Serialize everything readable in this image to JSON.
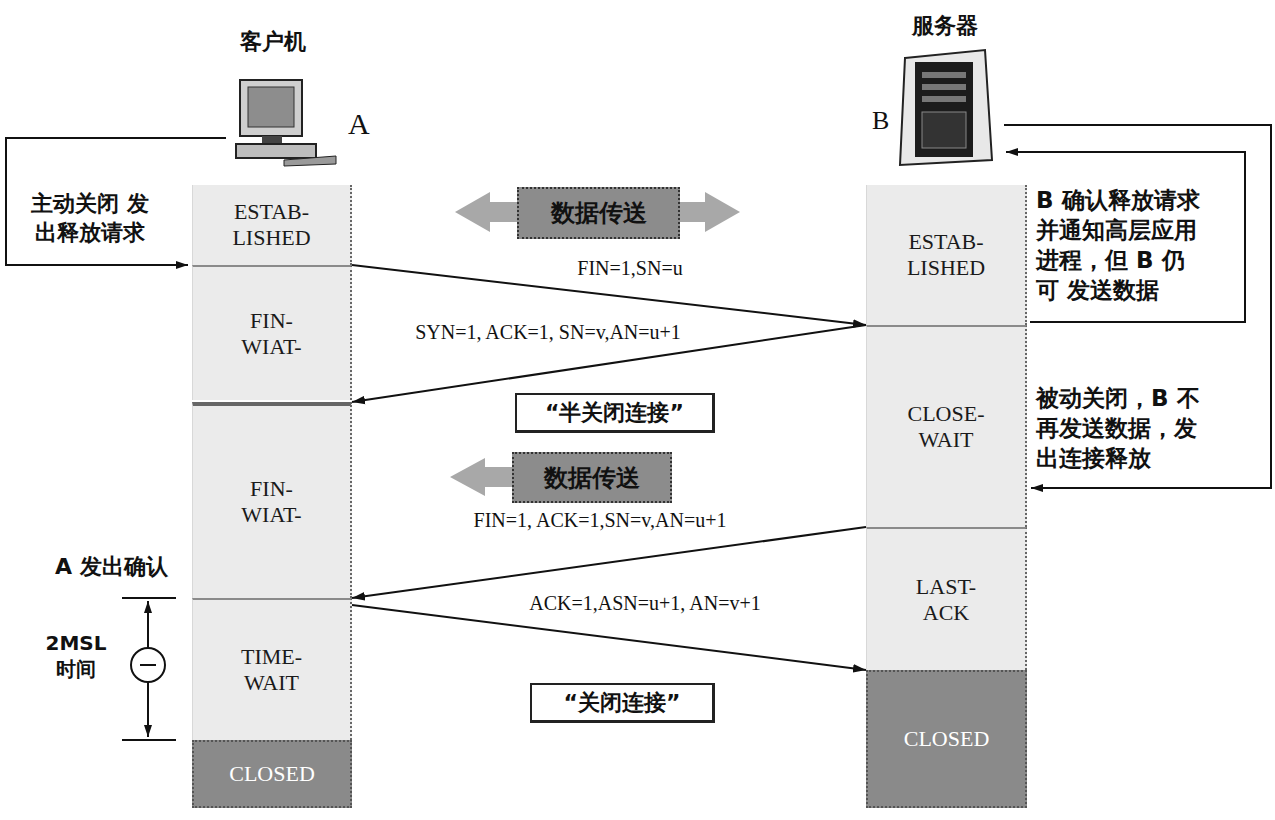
{
  "diagram": {
    "nodes": [
      {
        "text": [
          "数据传送"
        ]
      },
      {
        "text": [
          "ESTAB- LISHED"
        ]
      },
      {
        "text": [
          "ESTAB- LISHED"
        ]
      },
      {
        "text": [
          "FIN- WIAT-"
        ]
      },
      {
        "text": [
          "CLOSE- WAIT"
        ]
      },
      {
        "text": [
          "“半关闭连接”"
        ]
      },
      {
        "text": [
          "FIN- WIAT-"
        ]
      },
      {
        "text": [
          "数据传送"
        ]
      },
      {
        "text": [
          "LAST- ACK"
        ]
      },
      {
        "text": [
          "TIME- WAIT"
        ]
      },
      {
        "text": [
          "“关闭连接”"
        ]
      },
      {
        "text": [
          "CLOSED"
        ]
      },
      {
        "text": [
          "CLOSED"
        ]
      }
    ],
    "edges": [
      {
        "from": 3,
        "to": 4,
        "arrow": "to",
        "label": "FIN=1,SN=u"
      },
      {
        "from": 4,
        "to": 6,
        "arrow": "to",
        "label": "SYN=1, ACK=1, SN=v,AN=u+1"
      },
      {
        "from": 8,
        "to": 9,
        "arrow": "to",
        "label": "FIN=1, ACK=1,SN=v,AN=u+1"
      },
      {
        "from": 9,
        "to": 11,
        "arrow": "to",
        "label": "ACK=1,ASN=u+1, AN=v+1"
      }
    ],
    "labels": [
      "客户机",
      "A",
      "服务器",
      "B",
      "主动关闭 发出释放请求",
      "B 确认释放请求 并通知高层应用 进程，但 B 仍可 发送数据",
      "被动关闭，B 不 再发送数据，发 出连接释放",
      "A 发出确认",
      "2MSL 时间"
    ]
  }
}
